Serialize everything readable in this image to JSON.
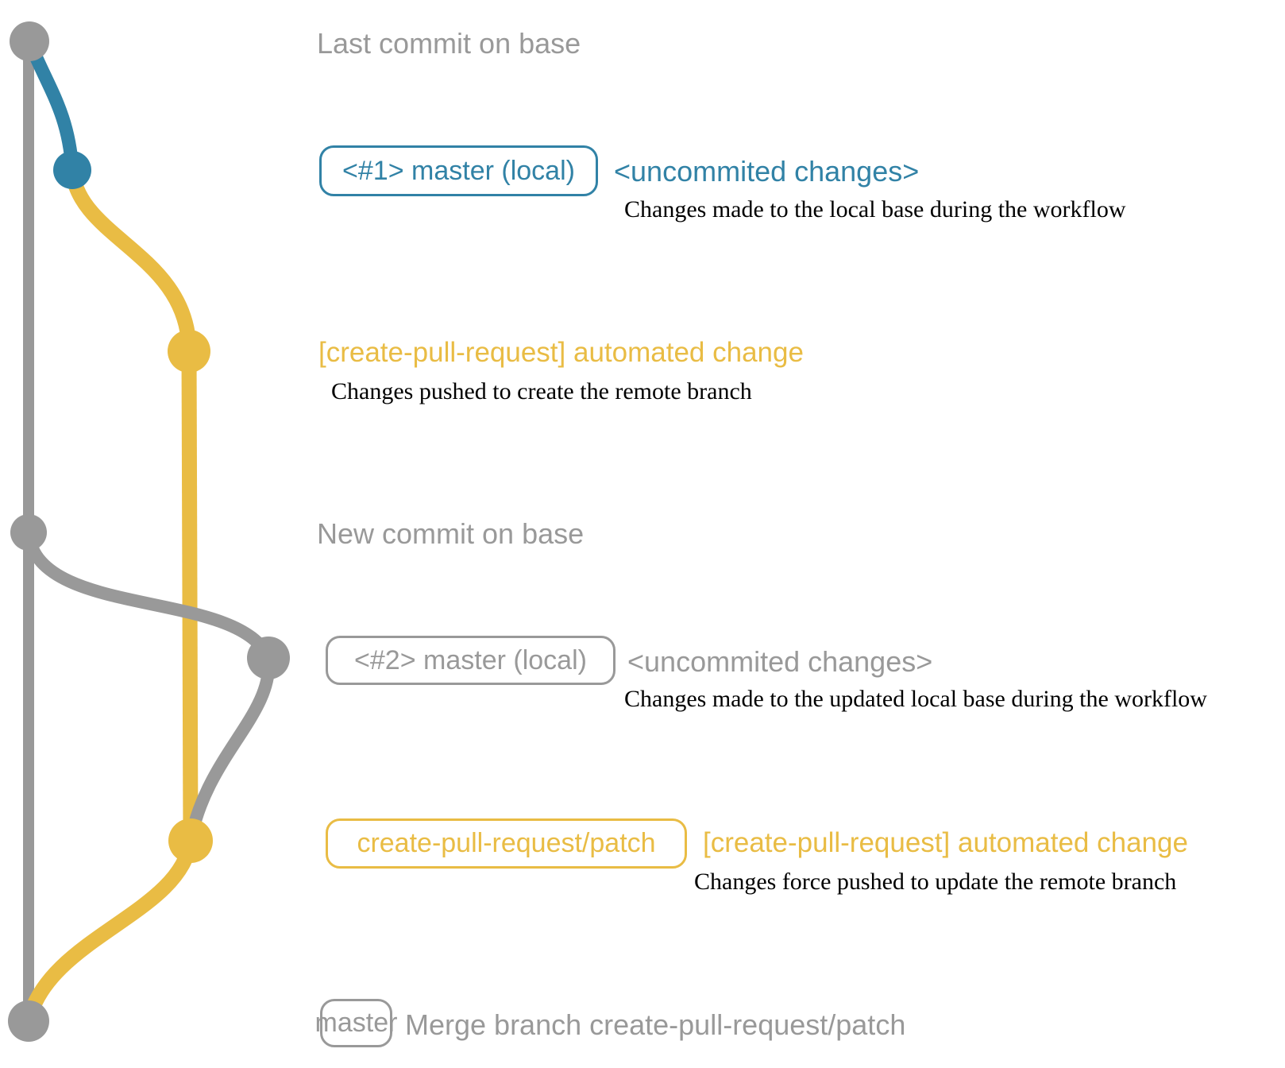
{
  "colors": {
    "gray": "#999999",
    "blue": "#3182a6",
    "yellow": "#e9bc44",
    "note_black": "#000000"
  },
  "rows": {
    "last_commit": {
      "label": "Last commit on base"
    },
    "commit1": {
      "badge": "<#1> master (local)",
      "title": "<uncommited changes>",
      "desc": "Changes made to the local base during the workflow"
    },
    "push1": {
      "title": "[create-pull-request] automated change",
      "desc": "Changes pushed to create the remote branch"
    },
    "new_commit": {
      "label": "New commit on base"
    },
    "commit2": {
      "badge": "<#2> master (local)",
      "title": "<uncommited changes>",
      "desc": "Changes made to the updated local base during the workflow"
    },
    "push2": {
      "badge": "create-pull-request/patch",
      "title": "[create-pull-request] automated change",
      "desc": "Changes force pushed to update the remote branch"
    },
    "merge": {
      "badge": "master",
      "title": "Merge branch create-pull-request/patch"
    }
  }
}
